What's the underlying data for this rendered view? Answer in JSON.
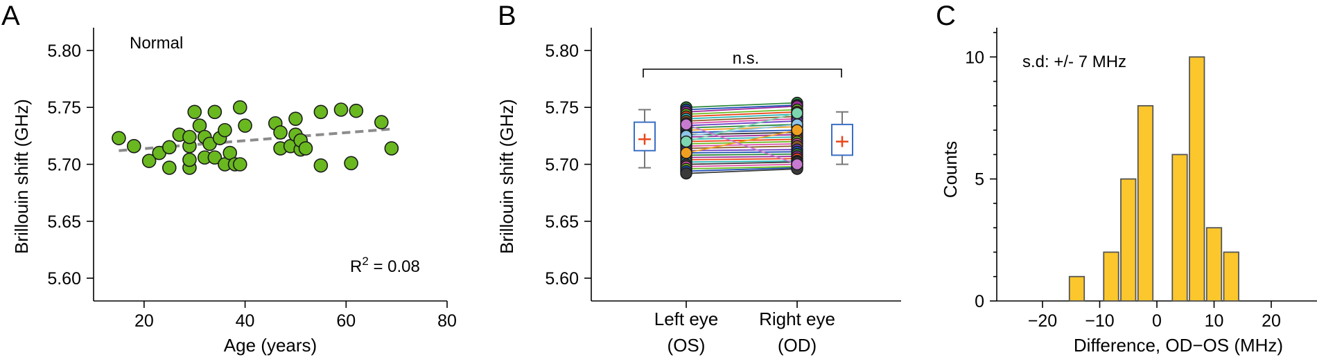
{
  "panels": {
    "a": "A",
    "b": "B",
    "c": "C"
  },
  "chart_data": [
    {
      "type": "scatter",
      "panel": "A",
      "annotation": "Normal",
      "r2_prefix": "R",
      "r2_sup": "2",
      "r2_value": " = 0.08",
      "xlabel": "Age (years)",
      "ylabel": "Brillouin shift (GHz)",
      "xlim": [
        10,
        80
      ],
      "ylim": [
        5.58,
        5.82
      ],
      "xticks": [
        20,
        40,
        60,
        80
      ],
      "yticks": [
        "5.60",
        "5.65",
        "5.70",
        "5.75",
        "5.80"
      ],
      "point_color": "#6ab820",
      "trend": {
        "x": [
          15,
          69
        ],
        "y": [
          5.712,
          5.731
        ],
        "color": "#8c8c8c"
      },
      "points": [
        {
          "x": 15,
          "y": 5.723
        },
        {
          "x": 18,
          "y": 5.716
        },
        {
          "x": 21,
          "y": 5.703
        },
        {
          "x": 23,
          "y": 5.71
        },
        {
          "x": 25,
          "y": 5.697
        },
        {
          "x": 25,
          "y": 5.715
        },
        {
          "x": 27,
          "y": 5.726
        },
        {
          "x": 29,
          "y": 5.697
        },
        {
          "x": 29,
          "y": 5.704
        },
        {
          "x": 29,
          "y": 5.716
        },
        {
          "x": 29,
          "y": 5.724
        },
        {
          "x": 30,
          "y": 5.746
        },
        {
          "x": 31,
          "y": 5.734
        },
        {
          "x": 32,
          "y": 5.706
        },
        {
          "x": 32,
          "y": 5.724
        },
        {
          "x": 33,
          "y": 5.718
        },
        {
          "x": 34,
          "y": 5.706
        },
        {
          "x": 34,
          "y": 5.746
        },
        {
          "x": 35,
          "y": 5.723
        },
        {
          "x": 36,
          "y": 5.7
        },
        {
          "x": 36,
          "y": 5.73
        },
        {
          "x": 37,
          "y": 5.71
        },
        {
          "x": 38,
          "y": 5.7
        },
        {
          "x": 39,
          "y": 5.75
        },
        {
          "x": 39,
          "y": 5.7
        },
        {
          "x": 40,
          "y": 5.734
        },
        {
          "x": 46,
          "y": 5.736
        },
        {
          "x": 47,
          "y": 5.714
        },
        {
          "x": 47,
          "y": 5.728
        },
        {
          "x": 49,
          "y": 5.716
        },
        {
          "x": 50,
          "y": 5.726
        },
        {
          "x": 50,
          "y": 5.74
        },
        {
          "x": 51,
          "y": 5.713
        },
        {
          "x": 51,
          "y": 5.721
        },
        {
          "x": 52,
          "y": 5.714
        },
        {
          "x": 55,
          "y": 5.699
        },
        {
          "x": 55,
          "y": 5.746
        },
        {
          "x": 59,
          "y": 5.748
        },
        {
          "x": 61,
          "y": 5.701
        },
        {
          "x": 62,
          "y": 5.747
        },
        {
          "x": 67,
          "y": 5.737
        },
        {
          "x": 69,
          "y": 5.714
        }
      ]
    },
    {
      "type": "paired",
      "panel": "B",
      "ylabel": "Brillouin shift (GHz)",
      "ylim": [
        5.58,
        5.82
      ],
      "yticks": [
        "5.60",
        "5.65",
        "5.70",
        "5.75",
        "5.80"
      ],
      "categories": [
        {
          "line1": "Left eye",
          "line2": "(OS)"
        },
        {
          "line1": "Right eye",
          "line2": "(OD)"
        }
      ],
      "significance": "n.s.",
      "boxes": [
        {
          "eye": "OS",
          "whisker_low": 5.697,
          "q1": 5.712,
          "median": 5.722,
          "mean": 5.722,
          "q3": 5.737,
          "whisker_high": 5.748
        },
        {
          "eye": "OD",
          "whisker_low": 5.7,
          "q1": 5.708,
          "median": 5.72,
          "mean": 5.72,
          "q3": 5.735,
          "whisker_high": 5.746
        }
      ],
      "box_color": "#3a6fc4",
      "mean_color": "#e8471c",
      "pairs": [
        {
          "left": 5.75,
          "right": 5.754,
          "color": "#2b8a3e"
        },
        {
          "left": 5.748,
          "right": 5.752,
          "color": "#1f4fb4"
        },
        {
          "left": 5.746,
          "right": 5.751,
          "color": "#9b2c9b"
        },
        {
          "left": 5.744,
          "right": 5.748,
          "color": "#6ab820"
        },
        {
          "left": 5.742,
          "right": 5.746,
          "color": "#e8471c"
        },
        {
          "left": 5.74,
          "right": 5.744,
          "color": "#2fb5b5"
        },
        {
          "left": 5.738,
          "right": 5.742,
          "color": "#8e5a2a"
        },
        {
          "left": 5.736,
          "right": 5.74,
          "color": "#d94fa5"
        },
        {
          "left": 5.734,
          "right": 5.738,
          "color": "#6a3fc4"
        },
        {
          "left": 5.732,
          "right": 5.735,
          "color": "#2b8a3e"
        },
        {
          "left": 5.73,
          "right": 5.733,
          "color": "#f0a020"
        },
        {
          "left": 5.728,
          "right": 5.73,
          "color": "#1f4fb4"
        },
        {
          "left": 5.726,
          "right": 5.728,
          "color": "#3a3a3a"
        },
        {
          "left": 5.724,
          "right": 5.726,
          "color": "#9b2c9b"
        },
        {
          "left": 5.722,
          "right": 5.724,
          "color": "#2fb5b5"
        },
        {
          "left": 5.72,
          "right": 5.722,
          "color": "#e8471c"
        },
        {
          "left": 5.718,
          "right": 5.72,
          "color": "#6ab820"
        },
        {
          "left": 5.716,
          "right": 5.718,
          "color": "#d94fa5"
        },
        {
          "left": 5.714,
          "right": 5.716,
          "color": "#8e5a2a"
        },
        {
          "left": 5.712,
          "right": 5.713,
          "color": "#6a3fc4"
        },
        {
          "left": 5.71,
          "right": 5.711,
          "color": "#1f4fb4"
        },
        {
          "left": 5.708,
          "right": 5.709,
          "color": "#2b8a3e"
        },
        {
          "left": 5.706,
          "right": 5.707,
          "color": "#9b2c9b"
        },
        {
          "left": 5.704,
          "right": 5.705,
          "color": "#e8471c"
        },
        {
          "left": 5.702,
          "right": 5.703,
          "color": "#2fb5b5"
        },
        {
          "left": 5.7,
          "right": 5.702,
          "color": "#3a3a3a"
        },
        {
          "left": 5.698,
          "right": 5.7,
          "color": "#d94fa5"
        },
        {
          "left": 5.696,
          "right": 5.698,
          "color": "#6ab820"
        },
        {
          "left": 5.694,
          "right": 5.697,
          "color": "#1f4fb4"
        },
        {
          "left": 5.692,
          "right": 5.696,
          "color": "#3a3a3a"
        },
        {
          "left": 5.725,
          "right": 5.735,
          "color": "#8ec5e8"
        },
        {
          "left": 5.71,
          "right": 5.73,
          "color": "#f0a020"
        },
        {
          "left": 5.72,
          "right": 5.745,
          "color": "#7cd6b0"
        },
        {
          "left": 5.735,
          "right": 5.7,
          "color": "#c77ad0"
        }
      ]
    },
    {
      "type": "bar",
      "panel": "C",
      "annotation": "s.d: +/- 7 MHz",
      "xlabel": "Difference, OD−OS (MHz)",
      "ylabel": "Counts",
      "xlim": [
        -28,
        28
      ],
      "ylim": [
        0,
        11.2
      ],
      "xticks": [
        "−20",
        "−10",
        "0",
        "10",
        "20"
      ],
      "xtick_values": [
        -20,
        -10,
        0,
        10,
        20
      ],
      "yticks": [
        0,
        5,
        10
      ],
      "bar_color": "#fcc72c",
      "bin_width": 3,
      "bins": [
        {
          "center": -14,
          "count": 1
        },
        {
          "center": -8,
          "count": 2
        },
        {
          "center": -5,
          "count": 5
        },
        {
          "center": -2,
          "count": 8
        },
        {
          "center": 4,
          "count": 6
        },
        {
          "center": 7,
          "count": 10
        },
        {
          "center": 10,
          "count": 3
        },
        {
          "center": 13,
          "count": 2
        }
      ]
    }
  ]
}
